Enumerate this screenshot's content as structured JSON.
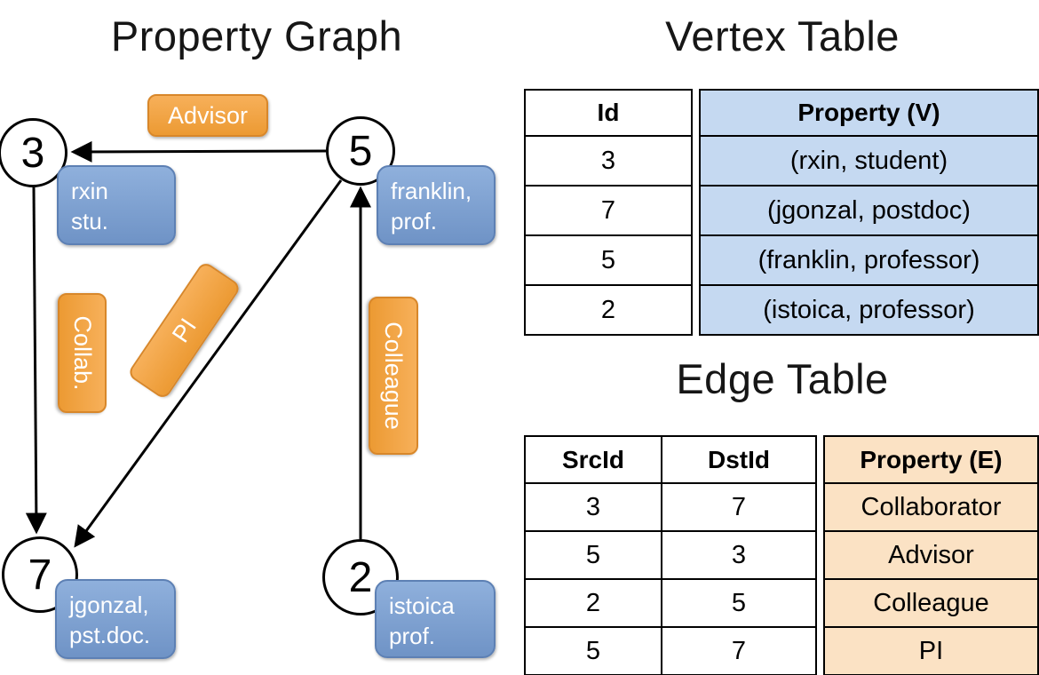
{
  "titles": {
    "graph": "Property Graph",
    "vertex_table": "Vertex Table",
    "edge_table": "Edge Table"
  },
  "colors": {
    "vertex_property_fill": "#c5d9f1",
    "edge_property_fill": "#fbe2c4",
    "vertex_box_blue": "#7f9fce",
    "edge_label_orange": "#f1a546",
    "line_color": "#000000"
  },
  "graph": {
    "nodes": [
      {
        "id": "3",
        "property_lines": [
          "rxin",
          "stu."
        ]
      },
      {
        "id": "5",
        "property_lines": [
          "franklin,",
          "prof."
        ]
      },
      {
        "id": "7",
        "property_lines": [
          "jgonzal,",
          "pst.doc."
        ]
      },
      {
        "id": "2",
        "property_lines": [
          "istoica",
          "prof."
        ]
      }
    ],
    "edge_labels": [
      {
        "label": "Advisor"
      },
      {
        "label": "Collab."
      },
      {
        "label": "PI"
      },
      {
        "label": "Colleague"
      }
    ]
  },
  "vertex_table": {
    "headers": [
      "Id",
      "Property (V)"
    ],
    "rows": [
      [
        "3",
        "(rxin, student)"
      ],
      [
        "7",
        "(jgonzal, postdoc)"
      ],
      [
        "5",
        "(franklin, professor)"
      ],
      [
        "2",
        "(istoica, professor)"
      ]
    ]
  },
  "edge_table": {
    "headers": [
      "SrcId",
      "DstId",
      "Property (E)"
    ],
    "rows": [
      [
        "3",
        "7",
        "Collaborator"
      ],
      [
        "5",
        "3",
        "Advisor"
      ],
      [
        "2",
        "5",
        "Colleague"
      ],
      [
        "5",
        "7",
        "PI"
      ]
    ]
  }
}
